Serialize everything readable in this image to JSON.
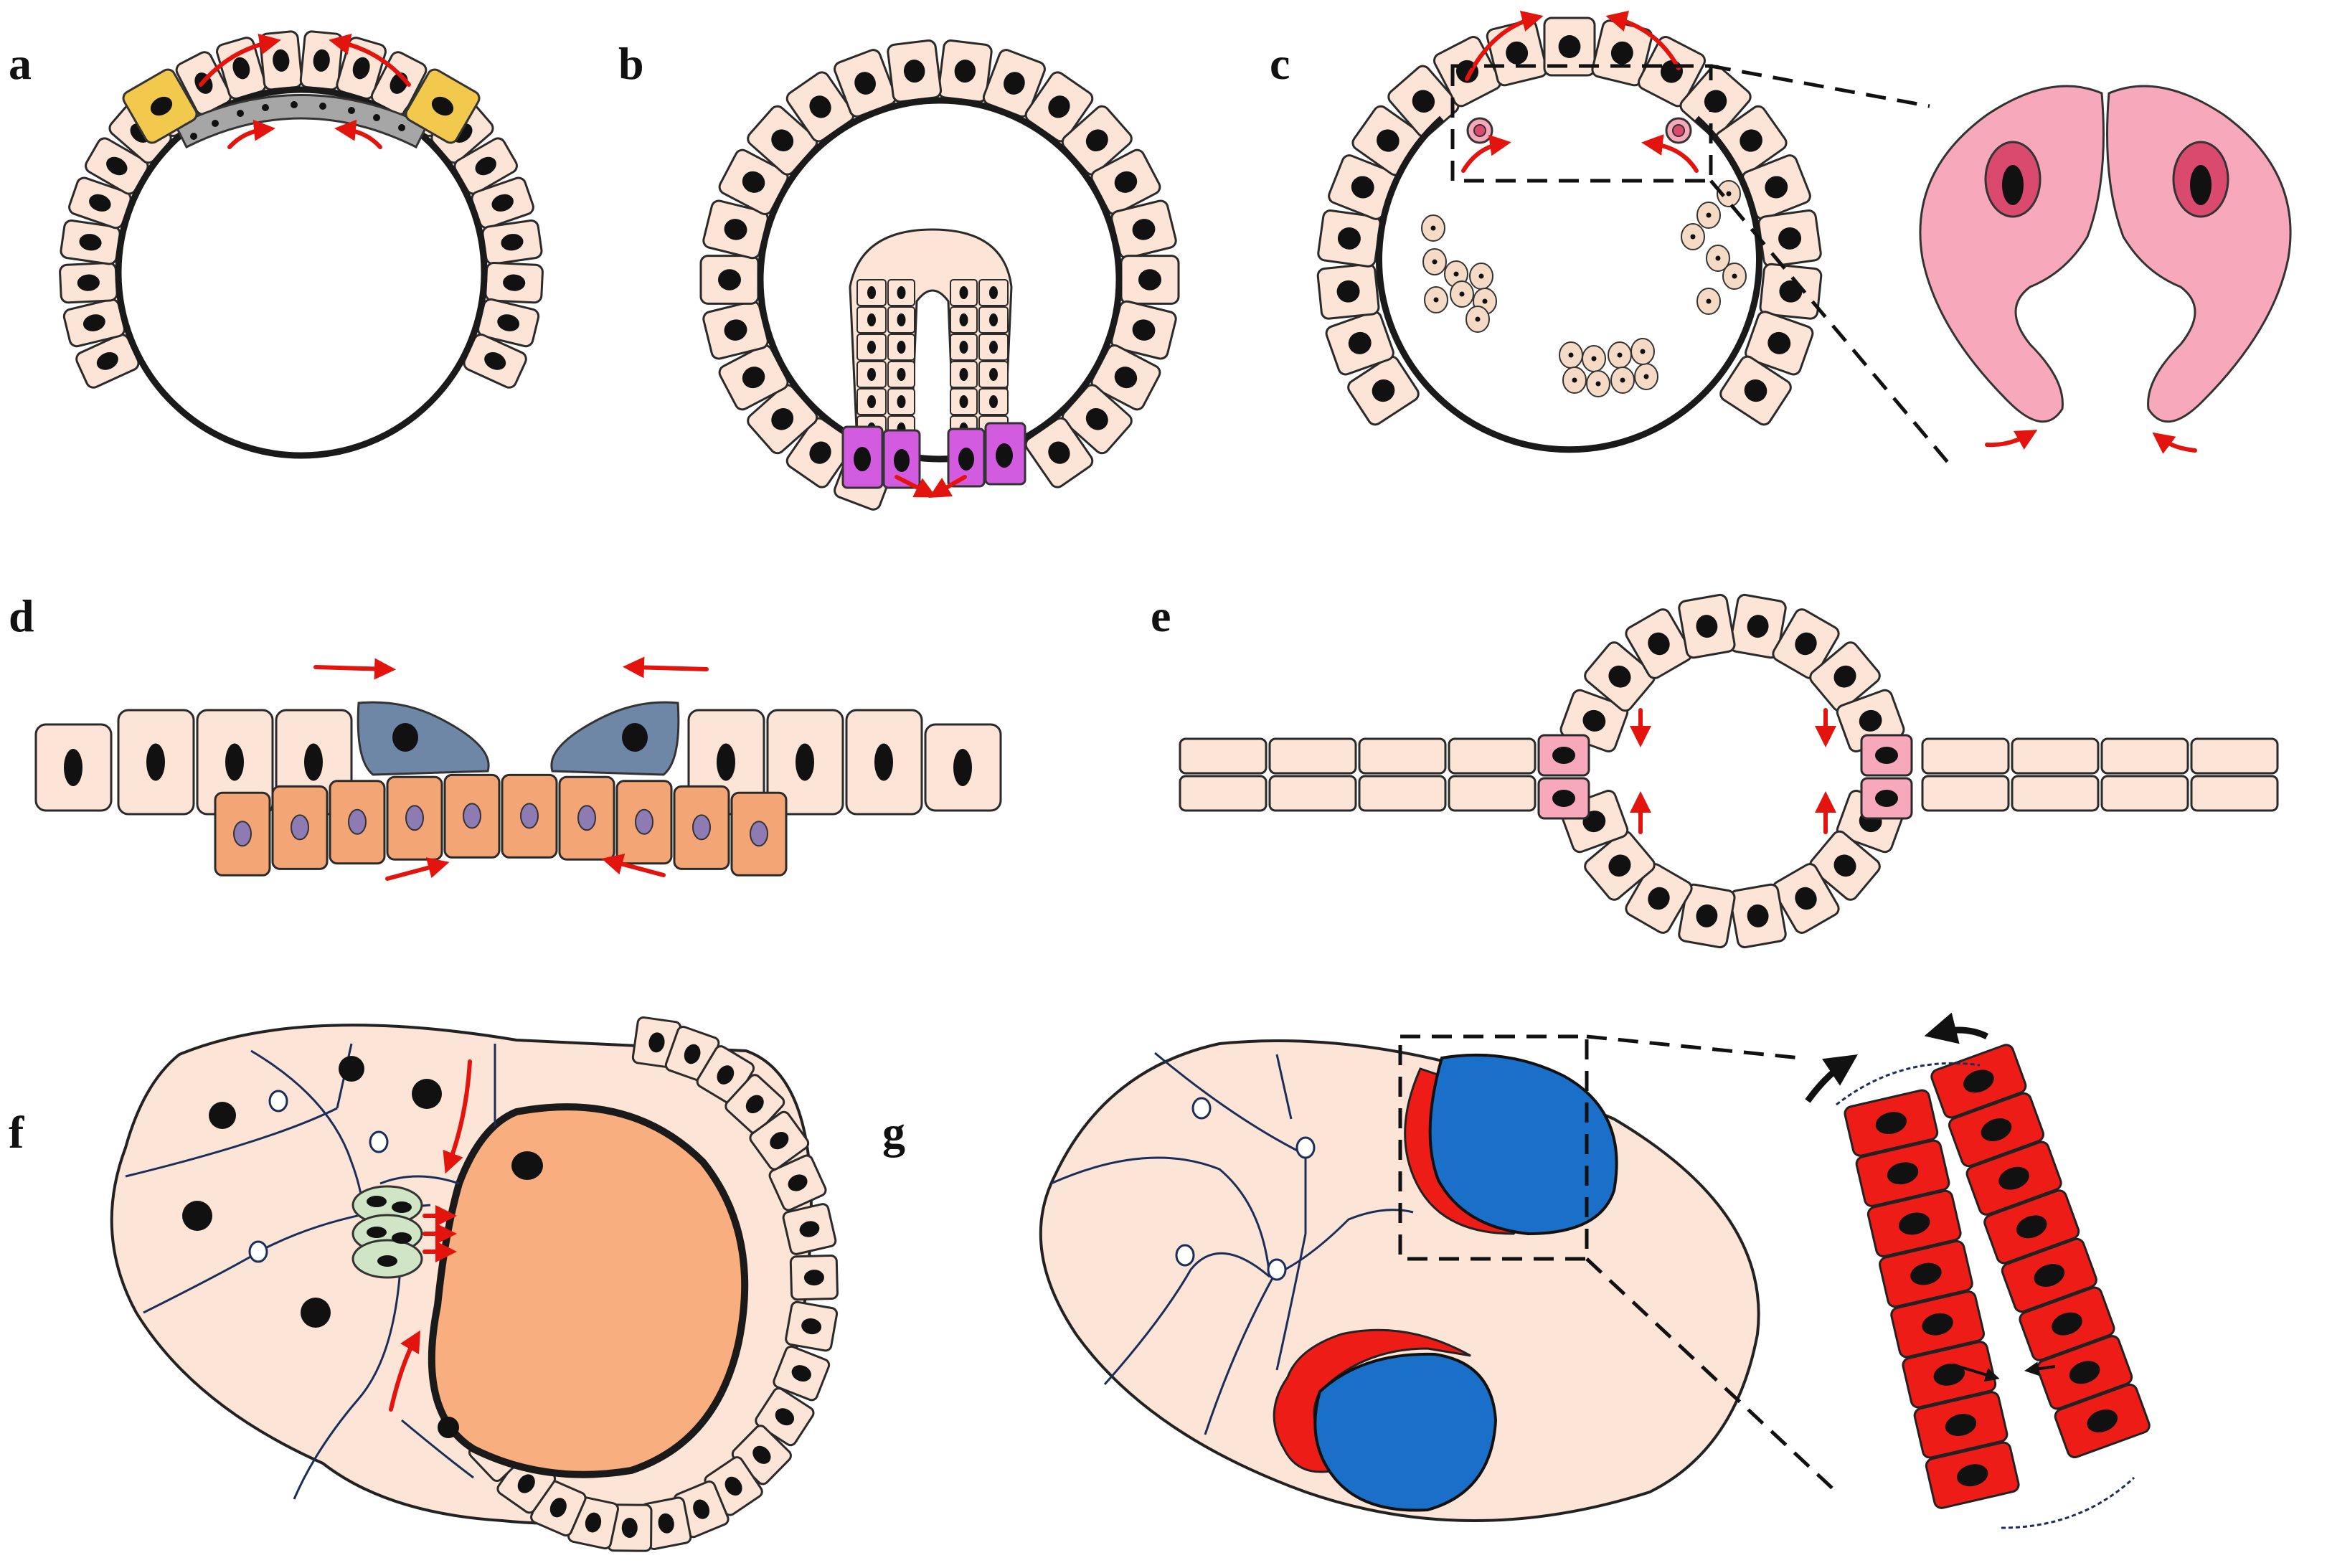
{
  "figure": {
    "panels": [
      {
        "id": "a",
        "label": "a"
      },
      {
        "id": "b",
        "label": "b"
      },
      {
        "id": "c",
        "label": "c"
      },
      {
        "id": "d",
        "label": "d"
      },
      {
        "id": "e",
        "label": "e"
      },
      {
        "id": "f",
        "label": "f"
      },
      {
        "id": "g",
        "label": "g"
      }
    ]
  },
  "colors": {
    "cell_fill": "#fce4d6",
    "nucleus": "#111111",
    "arrow_red": "#e3140e",
    "yellow_cell": "#f2c94c",
    "grey_cell": "#a6a6a6",
    "magenta_cell": "#d35be0",
    "pink_cell": "#f7a9bb",
    "pink_nucleus": "#d94a6e",
    "blue_grey_cell": "#6f87a6",
    "orange_cell": "#f4a576",
    "purple_nucleus": "#8f7bb3",
    "green_cell": "#cfe5c5",
    "orange_yolk": "#f9ae80",
    "blue_region": "#1a6fc9",
    "red_tissue": "#ee1c17"
  }
}
